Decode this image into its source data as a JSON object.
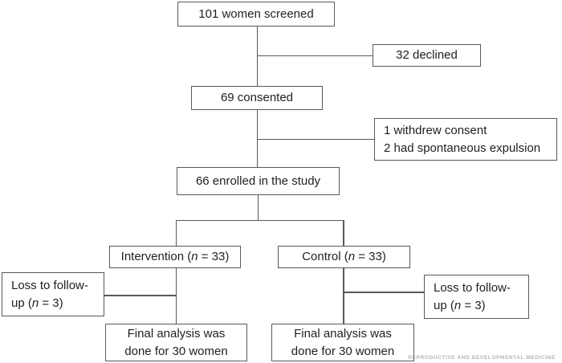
{
  "figure": {
    "type": "consort-flow-diagram",
    "colors": {
      "border": "#595959",
      "text": "#1f1f1f",
      "watermark": "#b5b2b2",
      "background": "#ffffff"
    },
    "boxes": {
      "screened": {
        "text": "101 women screened"
      },
      "declined": {
        "text": "32 declined"
      },
      "consented": {
        "text": "69 consented"
      },
      "withdrew": {
        "line1": "1 withdrew consent",
        "line2": "2 had spontaneous expulsion"
      },
      "enrolled": {
        "text": "66 enrolled in the study"
      },
      "intervention": {
        "prefix": "Intervention (",
        "n": "n",
        "suffix": " = 33)"
      },
      "control": {
        "prefix": "Control (",
        "n": "n",
        "suffix": " = 33)"
      },
      "loss_left": {
        "line1": "Loss to follow-",
        "line2_prefix": "up (",
        "n": "n",
        "line2_suffix": " = 3)"
      },
      "loss_right": {
        "line1": "Loss to follow-",
        "line2_prefix": "up (",
        "n": "n",
        "line2_suffix": " = 3)"
      },
      "final_left": {
        "line1": "Final analysis was",
        "line2": "done for 30 women"
      },
      "final_right": {
        "line1": "Final analysis was",
        "line2": "done for 30 women"
      }
    },
    "watermark": "Reproductive and Developmental Medicine"
  }
}
